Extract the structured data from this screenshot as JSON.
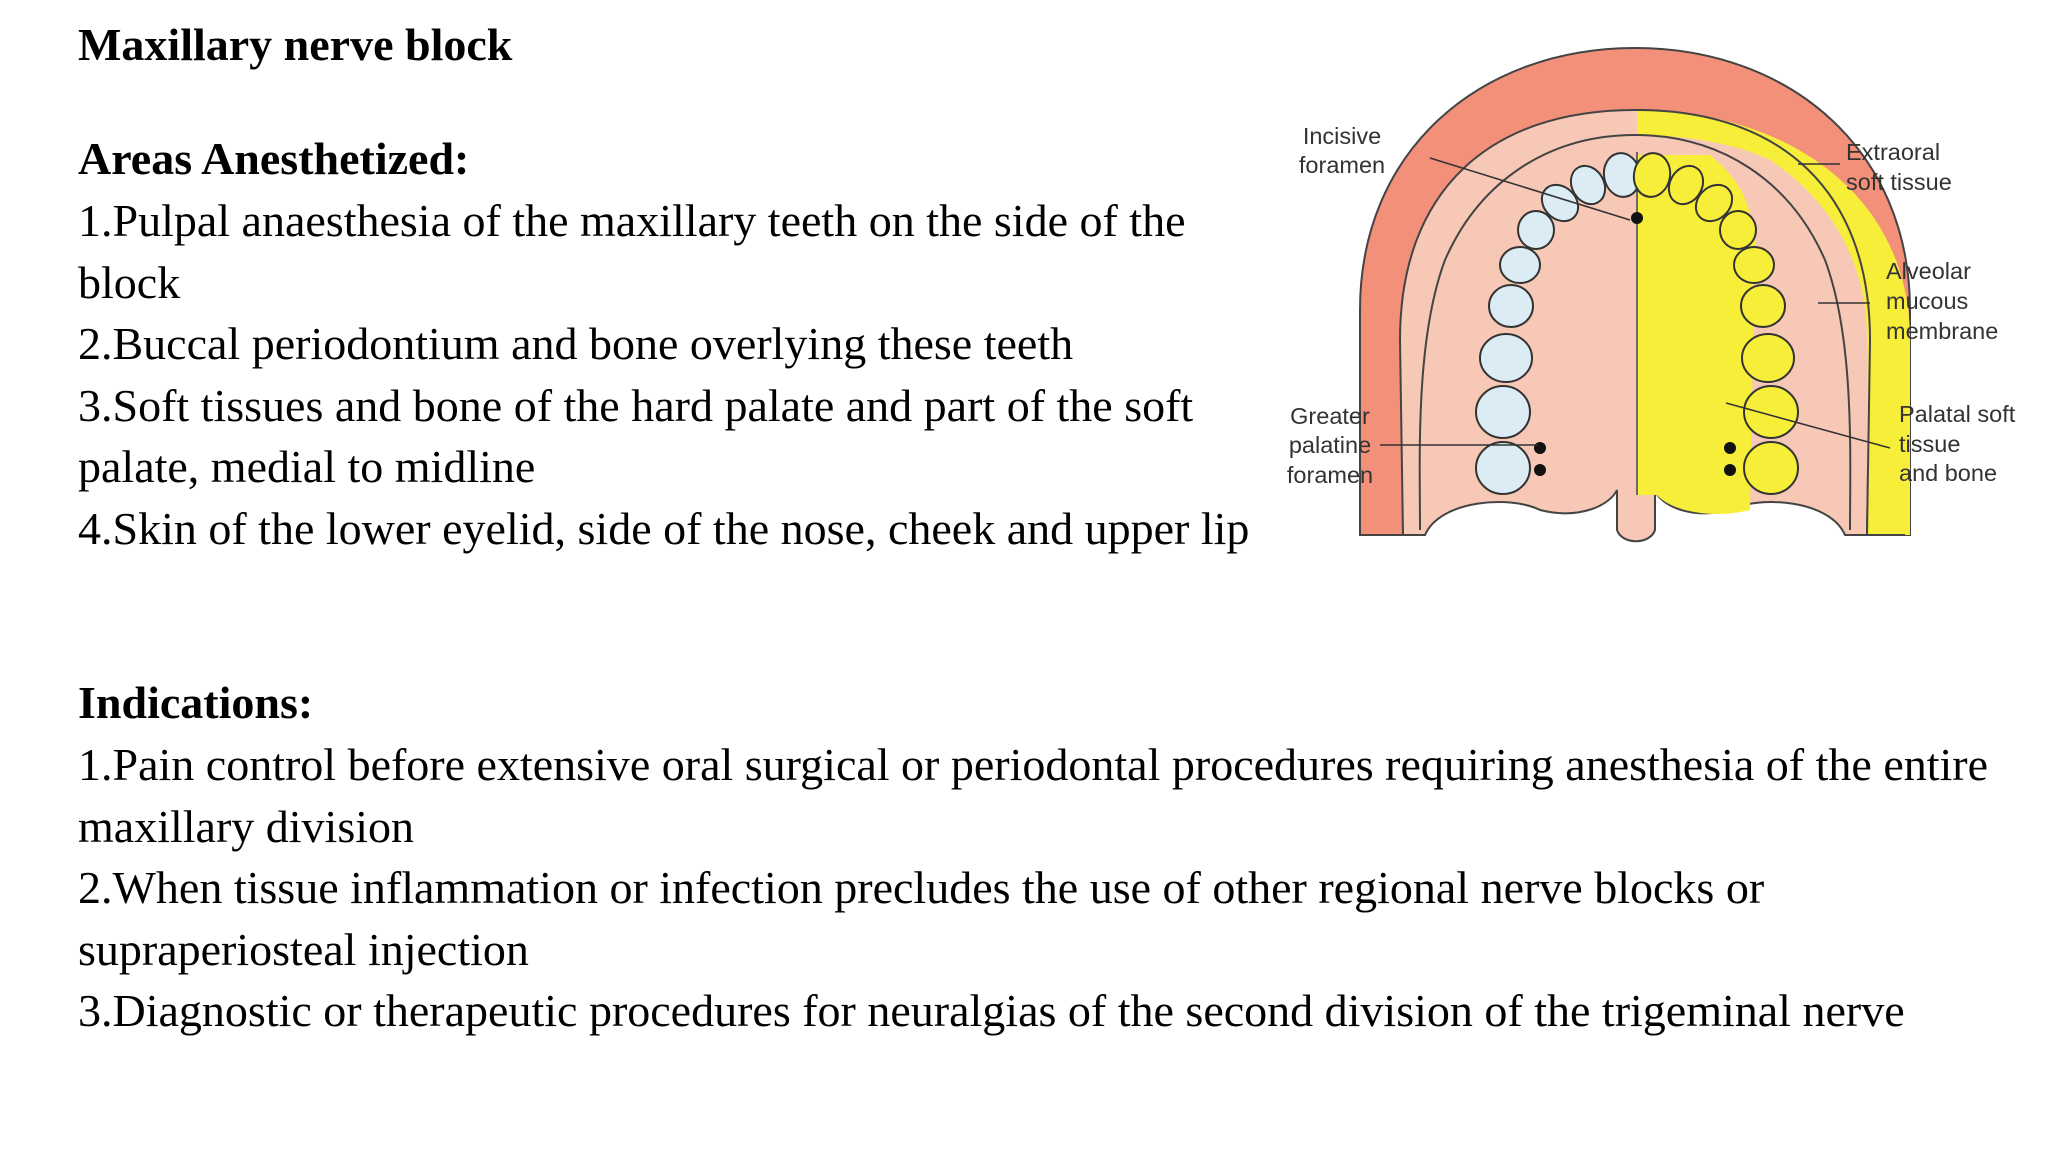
{
  "title": "Maxillary nerve block",
  "areas": {
    "heading": "Areas Anesthetized:",
    "items": [
      "1.Pulpal anaesthesia of the maxillary teeth on the side of the block",
      "2.Buccal periodontium and bone overlying these teeth",
      "3.Soft tissues and bone of the hard palate and part of the soft palate, medial to midline",
      "4.Skin of the lower eyelid, side of the nose, cheek and upper lip"
    ]
  },
  "indications": {
    "heading": "Indications:",
    "items": [
      "1.Pain control before extensive oral surgical or periodontal procedures requiring anesthesia of the entire maxillary division",
      "2.When tissue inflammation or infection precludes the use of other regional nerve blocks or supraperiosteal injection",
      "3.Diagnostic or therapeutic procedures for neuralgias of the second division of the trigeminal nerve"
    ]
  },
  "figure": {
    "labels": {
      "incisive_1": "Incisive",
      "incisive_2": "foramen",
      "extraoral_1": "Extraoral",
      "extraoral_2": "soft tissue",
      "alveolar_1": "Alveolar",
      "alveolar_2": "mucous",
      "alveolar_3": "membrane",
      "greater_1": "Greater",
      "greater_2": "palatine",
      "greater_3": "foramen",
      "palatal_1": "Palatal soft",
      "palatal_2": "tissue",
      "palatal_3": "and bone"
    },
    "colors": {
      "outer_tissue": "#f2907a",
      "palate": "#f7c8b6",
      "anesthetized_area": "#f7ee3a",
      "tooth_left": "#dcecf5"
    }
  }
}
